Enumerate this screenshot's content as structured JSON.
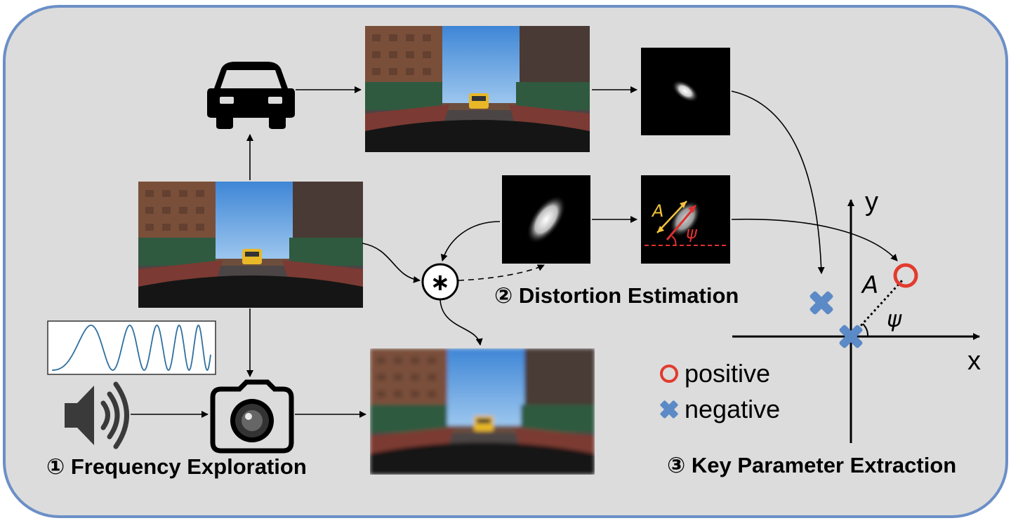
{
  "steps": {
    "step1": "① Frequency Exploration",
    "step2": "② Distortion Estimation",
    "step3": "③ Key Parameter Extraction"
  },
  "legend": {
    "positive": "positive",
    "negative": "negative"
  },
  "axes": {
    "x": "x",
    "y": "y"
  },
  "symbols": {
    "amplitude": "A",
    "angle": "ψ",
    "convolution": "∗"
  },
  "icons": [
    "car-icon",
    "camera-icon",
    "speaker-icon",
    "chirp-signal-icon",
    "convolution-icon"
  ],
  "colors": {
    "background": "#dcdcdc",
    "frame": "#6b8fc7",
    "positive": "#e23b2e",
    "negative": "#5b8ac6",
    "amplitude_annotation": "#f2c23c",
    "angle_annotation": "#e03030",
    "chirp_wave": "#2f6f9f"
  }
}
